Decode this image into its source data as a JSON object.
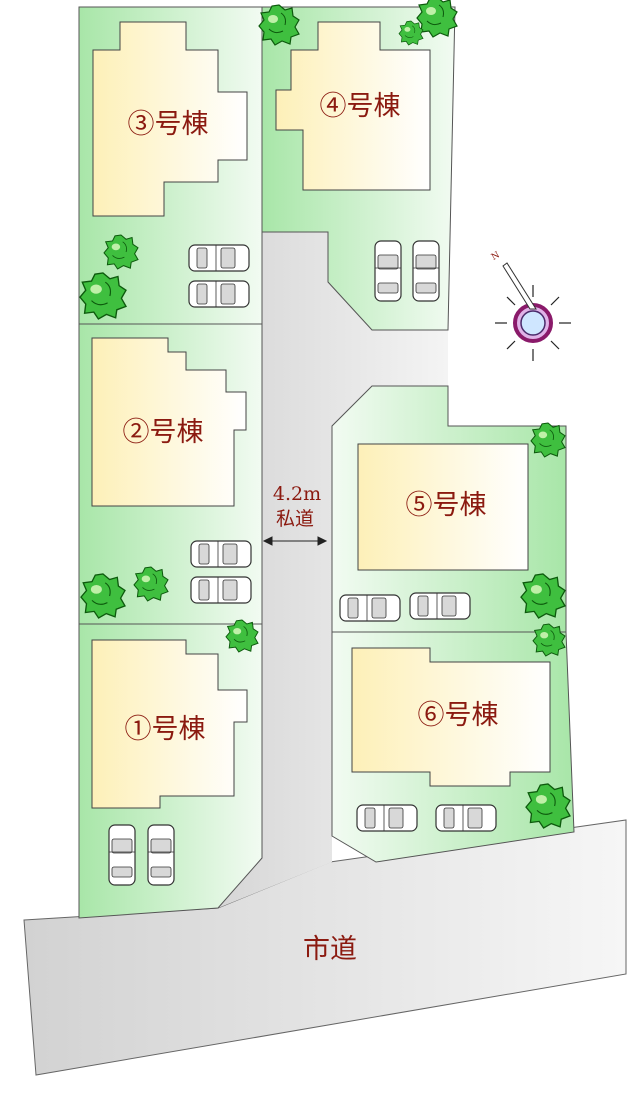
{
  "lots": [
    {
      "id": "3",
      "label": "③号棟"
    },
    {
      "id": "4",
      "label": "④号棟"
    },
    {
      "id": "2",
      "label": "②号棟"
    },
    {
      "id": "5",
      "label": "⑤号棟"
    },
    {
      "id": "1",
      "label": "①号棟"
    },
    {
      "id": "6",
      "label": "⑥号棟"
    }
  ],
  "private_road": {
    "width": "4.2m",
    "name": "私道"
  },
  "city_road": {
    "name": "市道"
  },
  "compass": {
    "north_mark": "N"
  },
  "colors": {
    "lot_fill": "#cdf1cd",
    "house_fill": "#fff3c4",
    "road_fill": "#e9e9e9",
    "label": "#8b1a10",
    "tree": "#3fbf3f"
  },
  "icons": [
    "car-icon",
    "tree-icon",
    "compass-icon",
    "dimension-arrow-icon"
  ]
}
